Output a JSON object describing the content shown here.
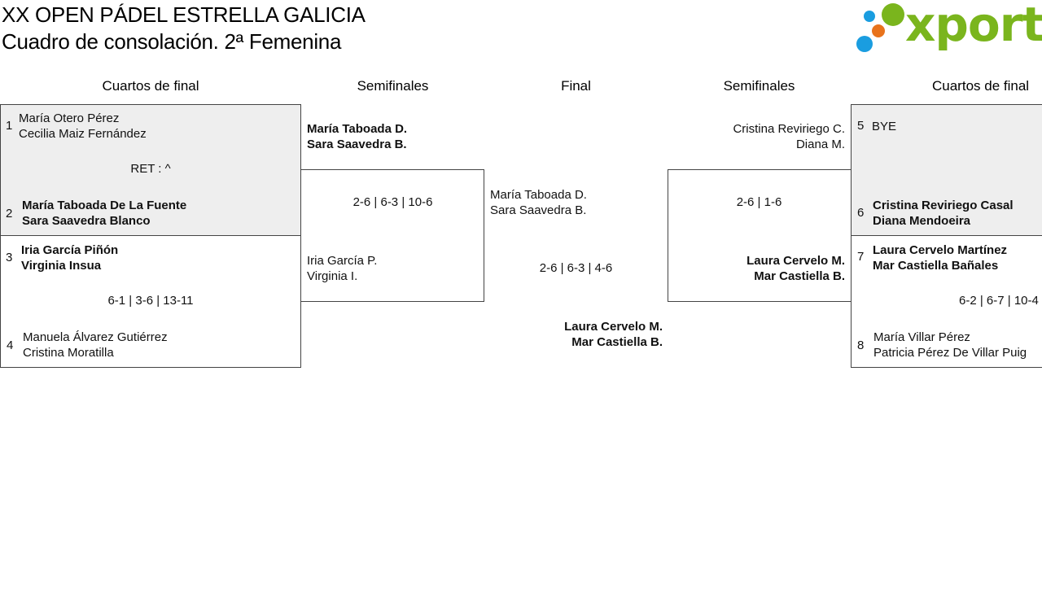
{
  "header": {
    "title_line1": "XX OPEN PÁDEL ESTRELLA GALICIA",
    "title_line2": "Cuadro de consolación. 2ª Femenina",
    "logo_text": "xporty"
  },
  "colors": {
    "brand_green": "#7ab51d",
    "dot_blue": "#1a9de0",
    "dot_orange": "#e8731c",
    "dot_green": "#7ab51d",
    "match_background": "#eeeeee"
  },
  "rounds": {
    "left_quarters": "Cuartos de final",
    "left_semis": "Semifinales",
    "final": "Final",
    "right_semis": "Semifinales",
    "right_quarters": "Cuartos de final"
  },
  "left_quarters": {
    "match1": {
      "seed_a": "1",
      "a1": "María Otero Pérez",
      "a2": "Cecilia Maiz Fernández",
      "score": "RET : ^",
      "seed_b": "2",
      "b1": "María Taboada De La Fuente",
      "b2": "Sara Saavedra Blanco"
    },
    "match2": {
      "seed_a": "3",
      "a1": "Iria García Piñón",
      "a2": "Virginia Insua",
      "score": "6-1 | 3-6 | 13-11",
      "seed_b": "4",
      "b1": "Manuela Álvarez Gutiérrez",
      "b2": "Cristina Moratilla"
    }
  },
  "left_semis": {
    "top1": "María Taboada D.",
    "top2": "Sara Saavedra B.",
    "score": "2-6 | 6-3 | 10-6",
    "bot1": "Iria García P.",
    "bot2": "Virginia I."
  },
  "final": {
    "top1": "María Taboada D.",
    "top2": "Sara Saavedra B.",
    "score": "2-6 | 6-3 | 4-6",
    "winner1": "Laura Cervelo M.",
    "winner2": "Mar Castiella B."
  },
  "right_semis": {
    "top1": "Cristina Reviriego C.",
    "top2": "Diana M.",
    "score": "2-6 | 1-6",
    "bot1": "Laura Cervelo M.",
    "bot2": "Mar Castiella B."
  },
  "right_quarters": {
    "match1": {
      "seed_a": "5",
      "a1": "BYE",
      "seed_b": "6",
      "b1": "Cristina Reviriego Casal",
      "b2": "Diana Mendoeira"
    },
    "match2": {
      "seed_a": "7",
      "a1": "Laura Cervelo Martínez",
      "a2": "Mar Castiella Bañales",
      "score": "6-2 | 6-7 | 10-4",
      "seed_b": "8",
      "b1": "María Villar Pérez",
      "b2": "Patricia Pérez De Villar Puig"
    }
  }
}
